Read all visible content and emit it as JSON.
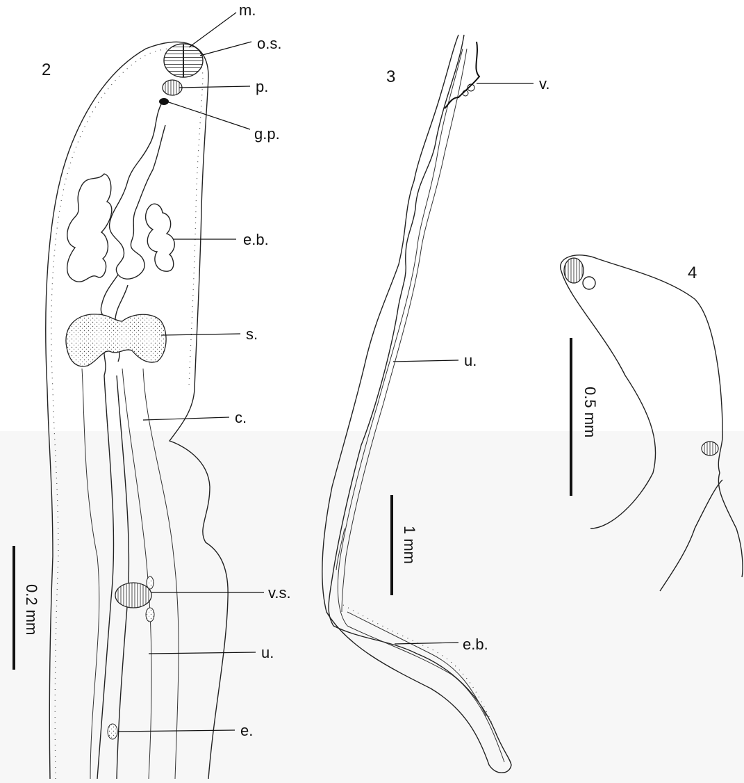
{
  "figures": [
    {
      "number": "2",
      "scale_bar": "0.2 mm",
      "labels": [
        "m.",
        "o.s.",
        "p.",
        "g.p.",
        "e.b.",
        "s.",
        "c.",
        "v.s.",
        "u.",
        "e."
      ]
    },
    {
      "number": "3",
      "scale_bar": "1 mm",
      "labels": [
        "v.",
        "u.",
        "e.b."
      ]
    },
    {
      "number": "4",
      "scale_bar": "0.5 mm",
      "labels": []
    }
  ],
  "colors": {
    "ink": "#111111",
    "background": "#ffffff",
    "lower_band": "#f7f7f7"
  }
}
